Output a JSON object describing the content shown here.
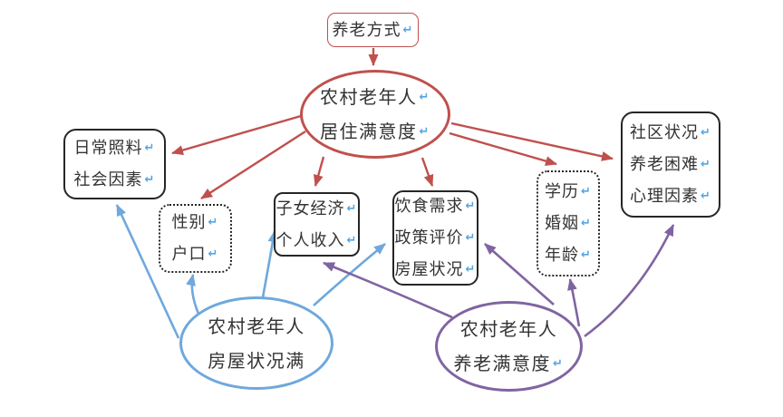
{
  "return_mark": "↵",
  "colors": {
    "red": "#C0504D",
    "blue": "#6FA8DC",
    "purple": "#8064A2",
    "box_border": "#262626",
    "text": "#333333",
    "return_mark_blue": "#55A6E3"
  },
  "nodes": {
    "pension_mode": {
      "lines": [
        "养老方式"
      ]
    },
    "residence_satisfaction": {
      "lines": [
        "农村老年人",
        "居住满意度"
      ]
    },
    "daily_care": {
      "lines": [
        "日常照料",
        "社会因素"
      ]
    },
    "gender_hukou": {
      "lines": [
        "性别",
        "户口"
      ]
    },
    "children_economy": {
      "lines": [
        "子女经济",
        "个人收入"
      ]
    },
    "diet_policy_housing": {
      "lines": [
        "饮食需求",
        "政策评价",
        "房屋状况"
      ]
    },
    "education_marriage_age": {
      "lines": [
        "学历",
        "婚姻",
        "年龄"
      ]
    },
    "community_difficulty_psych": {
      "lines": [
        "社区状况",
        "养老困难",
        "心理因素"
      ]
    },
    "housing_satisfaction": {
      "lines": [
        "农村老年人",
        "房屋状况满"
      ]
    },
    "pension_satisfaction": {
      "lines": [
        "农村老年人",
        "养老满意度"
      ]
    }
  },
  "edges": [
    {
      "from": "pension_mode",
      "to": "residence_satisfaction",
      "color": "red"
    },
    {
      "from": "residence_satisfaction",
      "to": "daily_care",
      "color": "red"
    },
    {
      "from": "residence_satisfaction",
      "to": "gender_hukou",
      "color": "red"
    },
    {
      "from": "residence_satisfaction",
      "to": "children_economy",
      "color": "red"
    },
    {
      "from": "residence_satisfaction",
      "to": "diet_policy_housing",
      "color": "red"
    },
    {
      "from": "residence_satisfaction",
      "to": "education_marriage_age",
      "color": "red"
    },
    {
      "from": "residence_satisfaction",
      "to": "community_difficulty_psych",
      "color": "red"
    },
    {
      "from": "housing_satisfaction",
      "to": "daily_care",
      "color": "blue"
    },
    {
      "from": "housing_satisfaction",
      "to": "gender_hukou",
      "color": "blue"
    },
    {
      "from": "housing_satisfaction",
      "to": "children_economy",
      "color": "blue"
    },
    {
      "from": "housing_satisfaction",
      "to": "diet_policy_housing",
      "color": "blue"
    },
    {
      "from": "pension_satisfaction",
      "to": "children_economy",
      "color": "purple"
    },
    {
      "from": "pension_satisfaction",
      "to": "diet_policy_housing",
      "color": "purple"
    },
    {
      "from": "pension_satisfaction",
      "to": "education_marriage_age",
      "color": "purple"
    },
    {
      "from": "pension_satisfaction",
      "to": "community_difficulty_psych",
      "color": "purple"
    }
  ]
}
